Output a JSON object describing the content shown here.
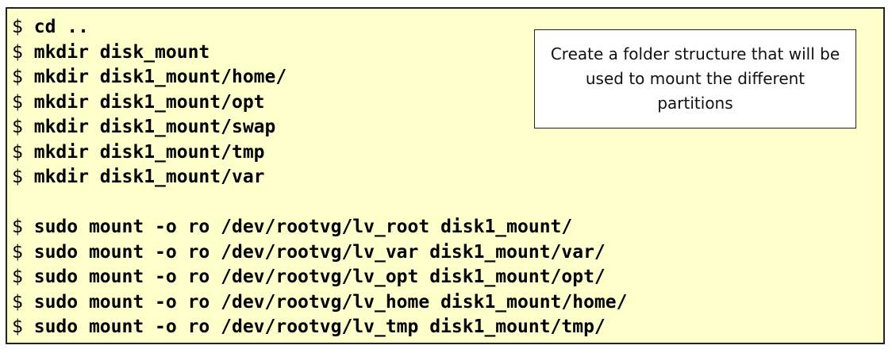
{
  "terminal": {
    "prompt": "$",
    "commands": [
      "cd ..",
      "mkdir disk_mount",
      "mkdir disk1_mount/home/",
      "mkdir disk1_mount/opt",
      "mkdir disk1_mount/swap",
      "mkdir disk1_mount/tmp",
      "mkdir disk1_mount/var",
      "",
      "sudo mount -o ro /dev/rootvg/lv_root disk1_mount/",
      "sudo mount -o ro /dev/rootvg/lv_var disk1_mount/var/",
      "sudo mount -o ro /dev/rootvg/lv_opt disk1_mount/opt/",
      "sudo mount -o ro /dev/rootvg/lv_home disk1_mount/home/",
      "sudo mount -o ro /dev/rootvg/lv_tmp disk1_mount/tmp/"
    ]
  },
  "callout": {
    "text": "Create a folder structure that will be used to mount the different partitions"
  },
  "colors": {
    "panel_background": "#ffffcc",
    "border": "#222222",
    "callout_background": "#ffffff"
  }
}
